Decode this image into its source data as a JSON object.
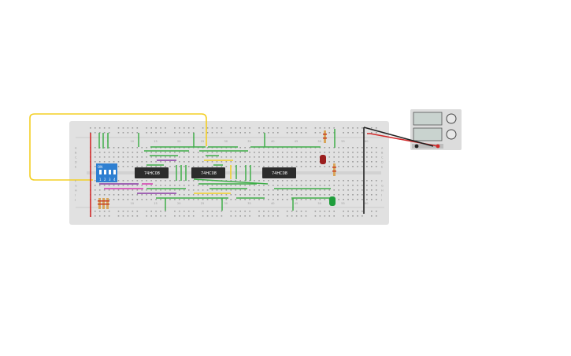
{
  "circuit": {
    "chips": [
      {
        "label": "74HC08"
      },
      {
        "label": "74HC08"
      },
      {
        "label": "74HC08"
      }
    ],
    "dip_switch": {
      "label": "ON",
      "numbers": [
        "1",
        "2",
        "3",
        "4"
      ]
    },
    "column_numbers": [
      "5",
      "10",
      "15",
      "20",
      "25",
      "30",
      "35",
      "40",
      "45",
      "50",
      "55",
      "60"
    ],
    "row_letters_top": [
      "A",
      "B",
      "C",
      "D",
      "E"
    ],
    "row_letters_bottom": [
      "F",
      "G",
      "H",
      "I",
      "J"
    ]
  },
  "colors": {
    "breadboard": "#e1e1e1",
    "hole": "#9b9b9b",
    "wire_green": "#3fae49",
    "wire_yellow": "#f3cf24",
    "wire_purple": "#8a3aa6",
    "wire_magenta": "#d43bb0",
    "wire_red": "#d22a2a",
    "wire_black": "#222222",
    "chip": "#2c2c2c",
    "dip_switch": "#2e7fd1",
    "led_red": "#9b1f1f",
    "led_green": "#1f9e3c",
    "supply_body": "#dcdcdc"
  }
}
